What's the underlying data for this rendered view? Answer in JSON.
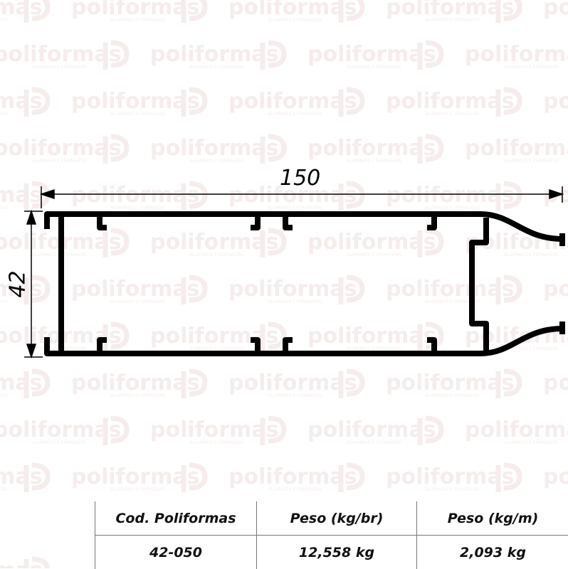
{
  "watermark": {
    "brand": "poliformas",
    "tagline": "ALUMÍNIOS E FERRAGENS",
    "color": "#f6ecec"
  },
  "dimensions": {
    "width": "150",
    "height": "42"
  },
  "table": {
    "headers": [
      "Cod. Poliformas",
      "Peso (kg/br)",
      "Peso (kg/m)"
    ],
    "values": [
      "42-050",
      "12,558 kg",
      "2,093 kg"
    ]
  }
}
